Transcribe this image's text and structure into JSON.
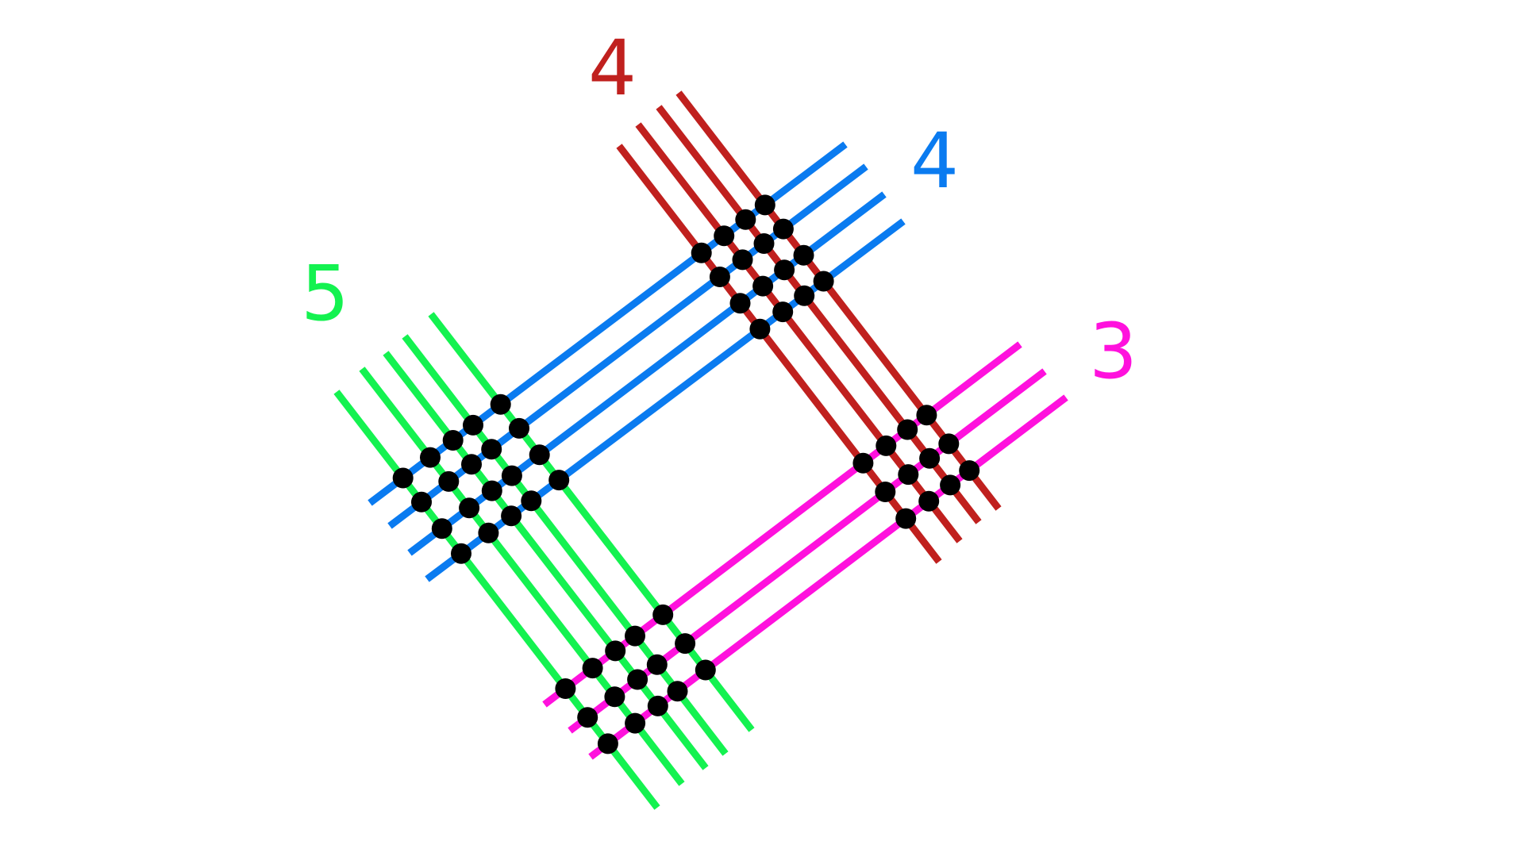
{
  "labels": {
    "red": "4",
    "blue": "4",
    "green": "5",
    "magenta": "3"
  },
  "colors": {
    "red": "#c0201e",
    "blue": "#0a7bf0",
    "green": "#14f250",
    "magenta": "#ff11dd",
    "dot": "#000000",
    "background": "#ffffff"
  },
  "line_groups": [
    {
      "name": "red",
      "count": 4
    },
    {
      "name": "blue",
      "count": 4
    },
    {
      "name": "green",
      "count": 5
    },
    {
      "name": "magenta",
      "count": 3
    }
  ]
}
